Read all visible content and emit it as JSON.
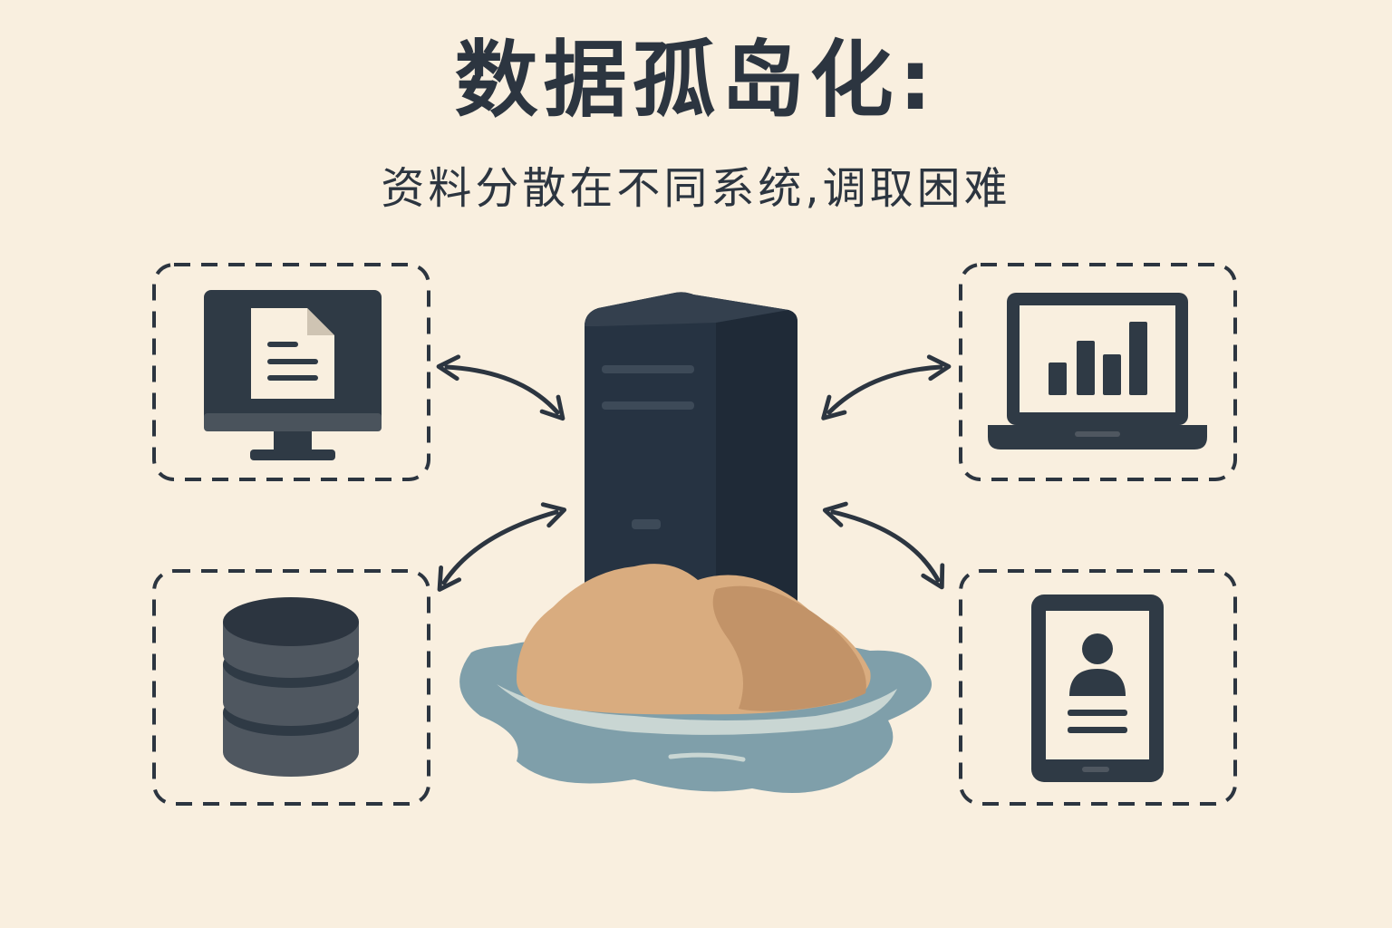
{
  "title": "数据孤岛化:",
  "subtitle": "资料分散在不同系统,调取困难",
  "colors": {
    "background": "#f9efdf",
    "ink": "#2c3540",
    "server_dark": "#263342",
    "island_sand": "#d9ac7f",
    "island_shadow": "#c29368",
    "water": "#7f9faa",
    "water_light": "#c9d6d3"
  },
  "nodes": [
    {
      "id": "desktop",
      "icon": "desktop-monitor-document-icon",
      "position": "top-left"
    },
    {
      "id": "database",
      "icon": "database-cylinder-icon",
      "position": "bottom-left"
    },
    {
      "id": "laptop",
      "icon": "laptop-bar-chart-icon",
      "position": "top-right"
    },
    {
      "id": "tablet",
      "icon": "tablet-user-profile-icon",
      "position": "bottom-right"
    }
  ],
  "center": {
    "icon": "server-tower-on-island-icon"
  },
  "connections": [
    {
      "from": "desktop",
      "to": "center",
      "style": "bidirectional-arrow"
    },
    {
      "from": "database",
      "to": "center",
      "style": "bidirectional-arrow"
    },
    {
      "from": "laptop",
      "to": "center",
      "style": "bidirectional-arrow"
    },
    {
      "from": "tablet",
      "to": "center",
      "style": "bidirectional-arrow"
    }
  ]
}
